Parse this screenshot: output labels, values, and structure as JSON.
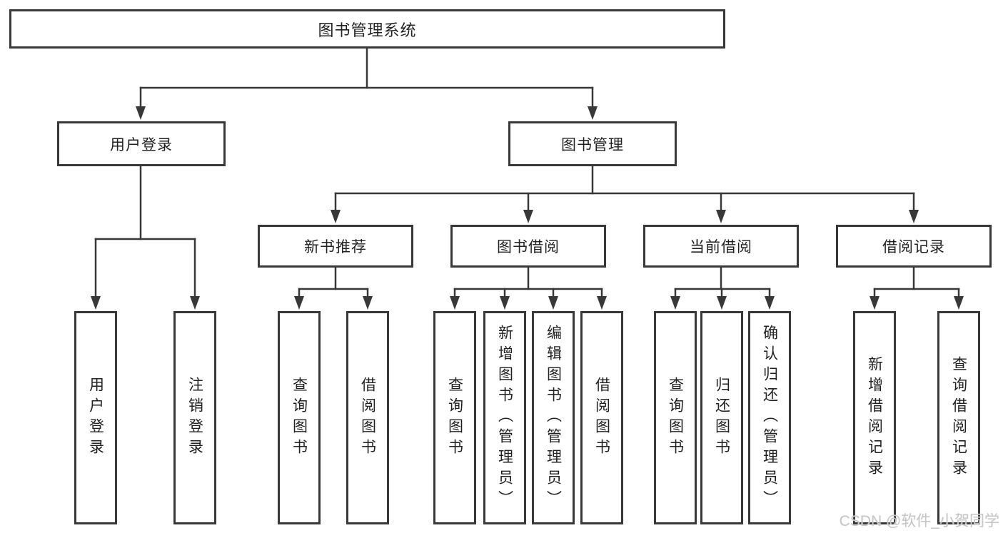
{
  "root": {
    "label": "图书管理系统"
  },
  "level2": [
    {
      "label": "用户登录"
    },
    {
      "label": "图书管理"
    }
  ],
  "level3": [
    {
      "label": "新书推荐",
      "parent": "图书管理"
    },
    {
      "label": "图书借阅",
      "parent": "图书管理"
    },
    {
      "label": "当前借阅",
      "parent": "图书管理"
    },
    {
      "label": "借阅记录",
      "parent": "图书管理"
    }
  ],
  "leaves": [
    {
      "label": "用户登录",
      "parent": "用户登录"
    },
    {
      "label": "注销登录",
      "parent": "用户登录"
    },
    {
      "label": "查询图书",
      "parent": "新书推荐"
    },
    {
      "label": "借阅图书",
      "parent": "新书推荐"
    },
    {
      "label": "查询图书",
      "parent": "图书借阅"
    },
    {
      "label": "新增图书（管理员）",
      "parent": "图书借阅"
    },
    {
      "label": "编辑图书（管理员）",
      "parent": "图书借阅"
    },
    {
      "label": "借阅图书",
      "parent": "图书借阅"
    },
    {
      "label": "查询图书",
      "parent": "当前借阅"
    },
    {
      "label": "归还图书",
      "parent": "当前借阅"
    },
    {
      "label": "确认归还（管理员）",
      "parent": "当前借阅"
    },
    {
      "label": "新增借阅记录",
      "parent": "借阅记录"
    },
    {
      "label": "查询借阅记录",
      "parent": "借阅记录"
    }
  ],
  "watermark": {
    "text": "CSDN @软件_小贺同学"
  },
  "colors": {
    "line": "#383838",
    "text": "#222222",
    "watermark": "#c6c6c6",
    "background": "#ffffff"
  }
}
